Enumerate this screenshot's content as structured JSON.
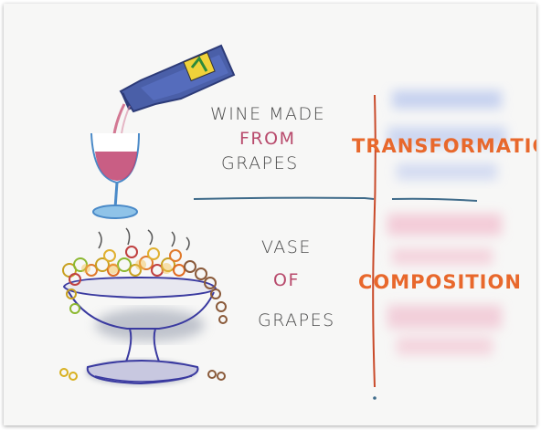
{
  "top_caption": {
    "line1": "Wine made",
    "line2": "FROM",
    "line3": "GRAPES"
  },
  "top_concept": "TRANSFORMATION",
  "bottom_caption": {
    "line1": "Vase",
    "line2": "OF",
    "line3": "GRAPES"
  },
  "bottom_concept": "COMPOSITION",
  "colors": {
    "accent_orange": "#e8682c",
    "accent_pink": "#b84a6c",
    "divider": "#3f6b8a",
    "text_grey": "#4a4a4a"
  },
  "icons": [
    "wine-bottle-icon",
    "wine-glass-icon",
    "fruit-bowl-icon"
  ]
}
